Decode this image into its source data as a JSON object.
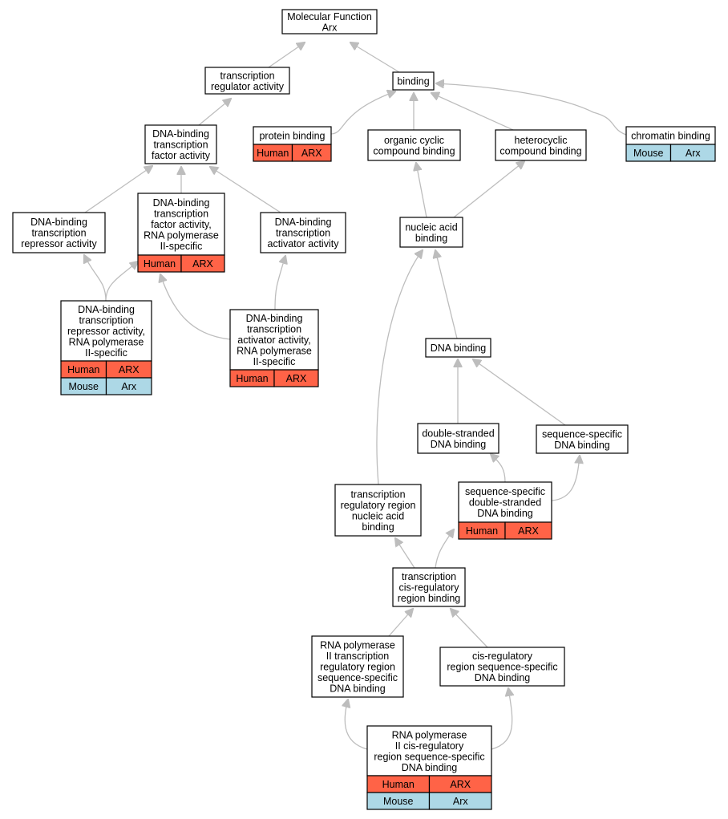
{
  "colors": {
    "human": "#ff6347",
    "mouse": "#add8e6",
    "edge": "#bdbdbd"
  },
  "nodes": {
    "mf": {
      "lines": [
        "Molecular Function",
        "Arx"
      ]
    },
    "trx": {
      "lines": [
        "transcription",
        "regulator activity"
      ]
    },
    "bind": {
      "lines": [
        "binding"
      ]
    },
    "dbtf": {
      "lines": [
        "DNA-binding",
        "transcription",
        "factor activity"
      ]
    },
    "prot": {
      "lines": [
        "protein binding"
      ],
      "annot": [
        [
          "Human",
          "ARX"
        ]
      ]
    },
    "ocb": {
      "lines": [
        "organic cyclic",
        "compound binding"
      ]
    },
    "hcb": {
      "lines": [
        "heterocyclic",
        "compound binding"
      ]
    },
    "chrom": {
      "lines": [
        "chromatin binding"
      ],
      "annot": [
        [
          "Mouse",
          "Arx"
        ]
      ]
    },
    "rep": {
      "lines": [
        "DNA-binding",
        "transcription",
        "repressor activity"
      ]
    },
    "pol2": {
      "lines": [
        "DNA-binding",
        "transcription",
        "factor activity,",
        "RNA polymerase",
        "II-specific"
      ],
      "annot": [
        [
          "Human",
          "ARX"
        ]
      ]
    },
    "act": {
      "lines": [
        "DNA-binding",
        "transcription",
        "activator activity"
      ]
    },
    "nab": {
      "lines": [
        "nucleic acid",
        "binding"
      ]
    },
    "rep2": {
      "lines": [
        "DNA-binding",
        "transcription",
        "repressor activity,",
        "RNA polymerase",
        "II-specific"
      ],
      "annot": [
        [
          "Human",
          "ARX"
        ],
        [
          "Mouse",
          "Arx"
        ]
      ]
    },
    "act2": {
      "lines": [
        "DNA-binding",
        "transcription",
        "activator activity,",
        "RNA polymerase",
        "II-specific"
      ],
      "annot": [
        [
          "Human",
          "ARX"
        ]
      ]
    },
    "dna": {
      "lines": [
        "DNA binding"
      ]
    },
    "ds": {
      "lines": [
        "double-stranded",
        "DNA binding"
      ]
    },
    "ss": {
      "lines": [
        "sequence-specific",
        "DNA binding"
      ]
    },
    "trr": {
      "lines": [
        "transcription",
        "regulatory region",
        "nucleic acid",
        "binding"
      ]
    },
    "ssds": {
      "lines": [
        "sequence-specific",
        "double-stranded",
        "DNA binding"
      ],
      "annot": [
        [
          "Human",
          "ARX"
        ]
      ]
    },
    "cis": {
      "lines": [
        "transcription",
        "cis-regulatory",
        "region binding"
      ]
    },
    "pol2trr": {
      "lines": [
        "RNA polymerase",
        "II transcription",
        "regulatory region",
        "sequence-specific",
        "DNA binding"
      ]
    },
    "cisss": {
      "lines": [
        "cis-regulatory",
        "region sequence-specific",
        "DNA binding"
      ]
    },
    "pol2cis": {
      "lines": [
        "RNA polymerase",
        "II cis-regulatory",
        "region sequence-specific",
        "DNA binding"
      ],
      "annot": [
        [
          "Human",
          "ARX"
        ],
        [
          "Mouse",
          "Arx"
        ]
      ]
    }
  }
}
